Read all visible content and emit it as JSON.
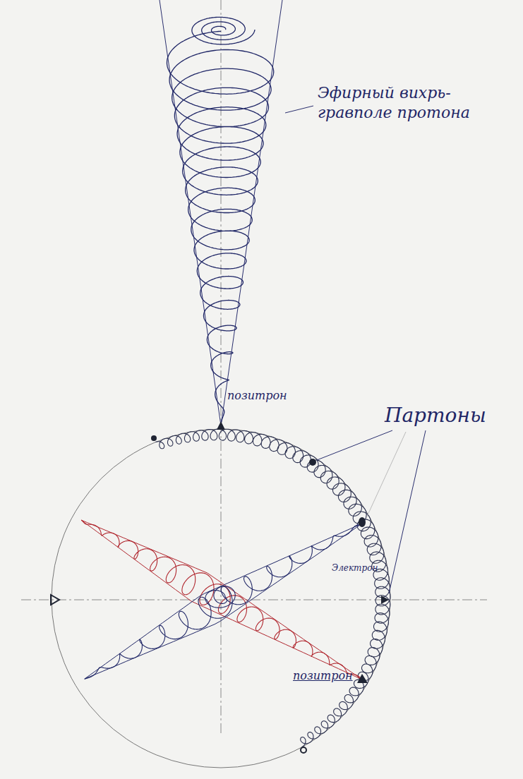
{
  "diagram": {
    "labels": [
      "Эфирный вихрь- гравполе протона",
      "позитрон",
      "Партоны",
      "Электрон",
      "позитрон"
    ]
  }
}
